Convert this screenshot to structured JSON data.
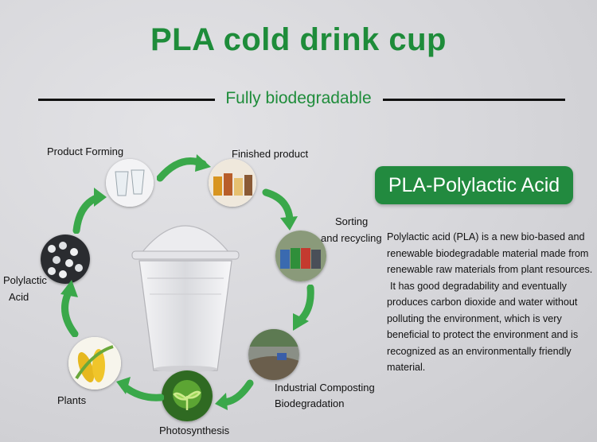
{
  "header": {
    "title": "PLA cold drink cup",
    "subtitle": "Fully biodegradable"
  },
  "badge": {
    "label": "PLA-Polylactic Acid"
  },
  "description": {
    "paragraph1": "Polylactic acid (PLA) is a new bio-based and renewable biodegradable material made from renewable raw materials from plant resources.",
    "paragraph2": "It has good degradability and eventually produces carbon dioxide and water without polluting the environment, which is very beneficial to protect the environment and is recognized as an environmentally friendly material."
  },
  "cycle": {
    "product_forming": "Product Forming",
    "finished_product": "Finished product",
    "sorting_line1": "Sorting",
    "sorting_line2": "and recycling",
    "composting_line1": "Industrial Composting",
    "composting_line2": "Biodegradation",
    "photosynthesis": "Photosynthesis",
    "plants": "Plants",
    "polylactic_line1": "Polylactic",
    "polylactic_line2": "Acid"
  },
  "colors": {
    "brand_green": "#1e8c3a",
    "badge_green": "#228a3f",
    "arrow_green": "#3aa84a"
  }
}
